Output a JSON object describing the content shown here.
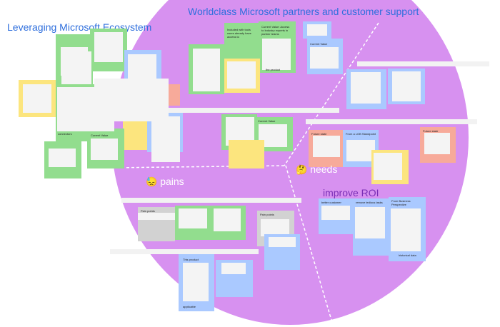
{
  "titles": {
    "leveraging": "Leveraging Microsoft Ecosystem",
    "worldclass": "Worldclass Microsoft partners and customer support"
  },
  "labels": {
    "pains": "pains",
    "needs": "needs",
    "improve_roi": "improve ROI",
    "pains_emoji": "😓",
    "needs_emoji": "🤔"
  },
  "notes": {
    "included_tools": "Included with tools users already have access to",
    "current_value_top": "Current Value: Access to Industry experts in partner teams",
    "current_value_small": "Current Value",
    "the_product": "the product",
    "connectors": "connectors",
    "current_value_left": "Current Value",
    "current_value_mid": "Current Value",
    "future_state_1": "Future state",
    "from_lob": "From a LOB Standpoint",
    "future_state_2": "Future state",
    "pain_points_1": "Pain points",
    "pain_points_2": "Pain points",
    "better_customer": "better customer",
    "remove_tedious": "remove tedious tasks",
    "from_business": "From Business Perspective",
    "historical_data": "historical data",
    "this_product": "This product",
    "applicable": "applicable"
  },
  "colors": {
    "circle": "#d791f0",
    "title_blue": "#2f6fdd",
    "green_sticky": "#92dd8e",
    "blue_sticky": "#aac9ff",
    "yellow_sticky": "#fce57e",
    "pink_sticky": "#f7aa9a",
    "gray_sticky": "#d2d2d2"
  }
}
